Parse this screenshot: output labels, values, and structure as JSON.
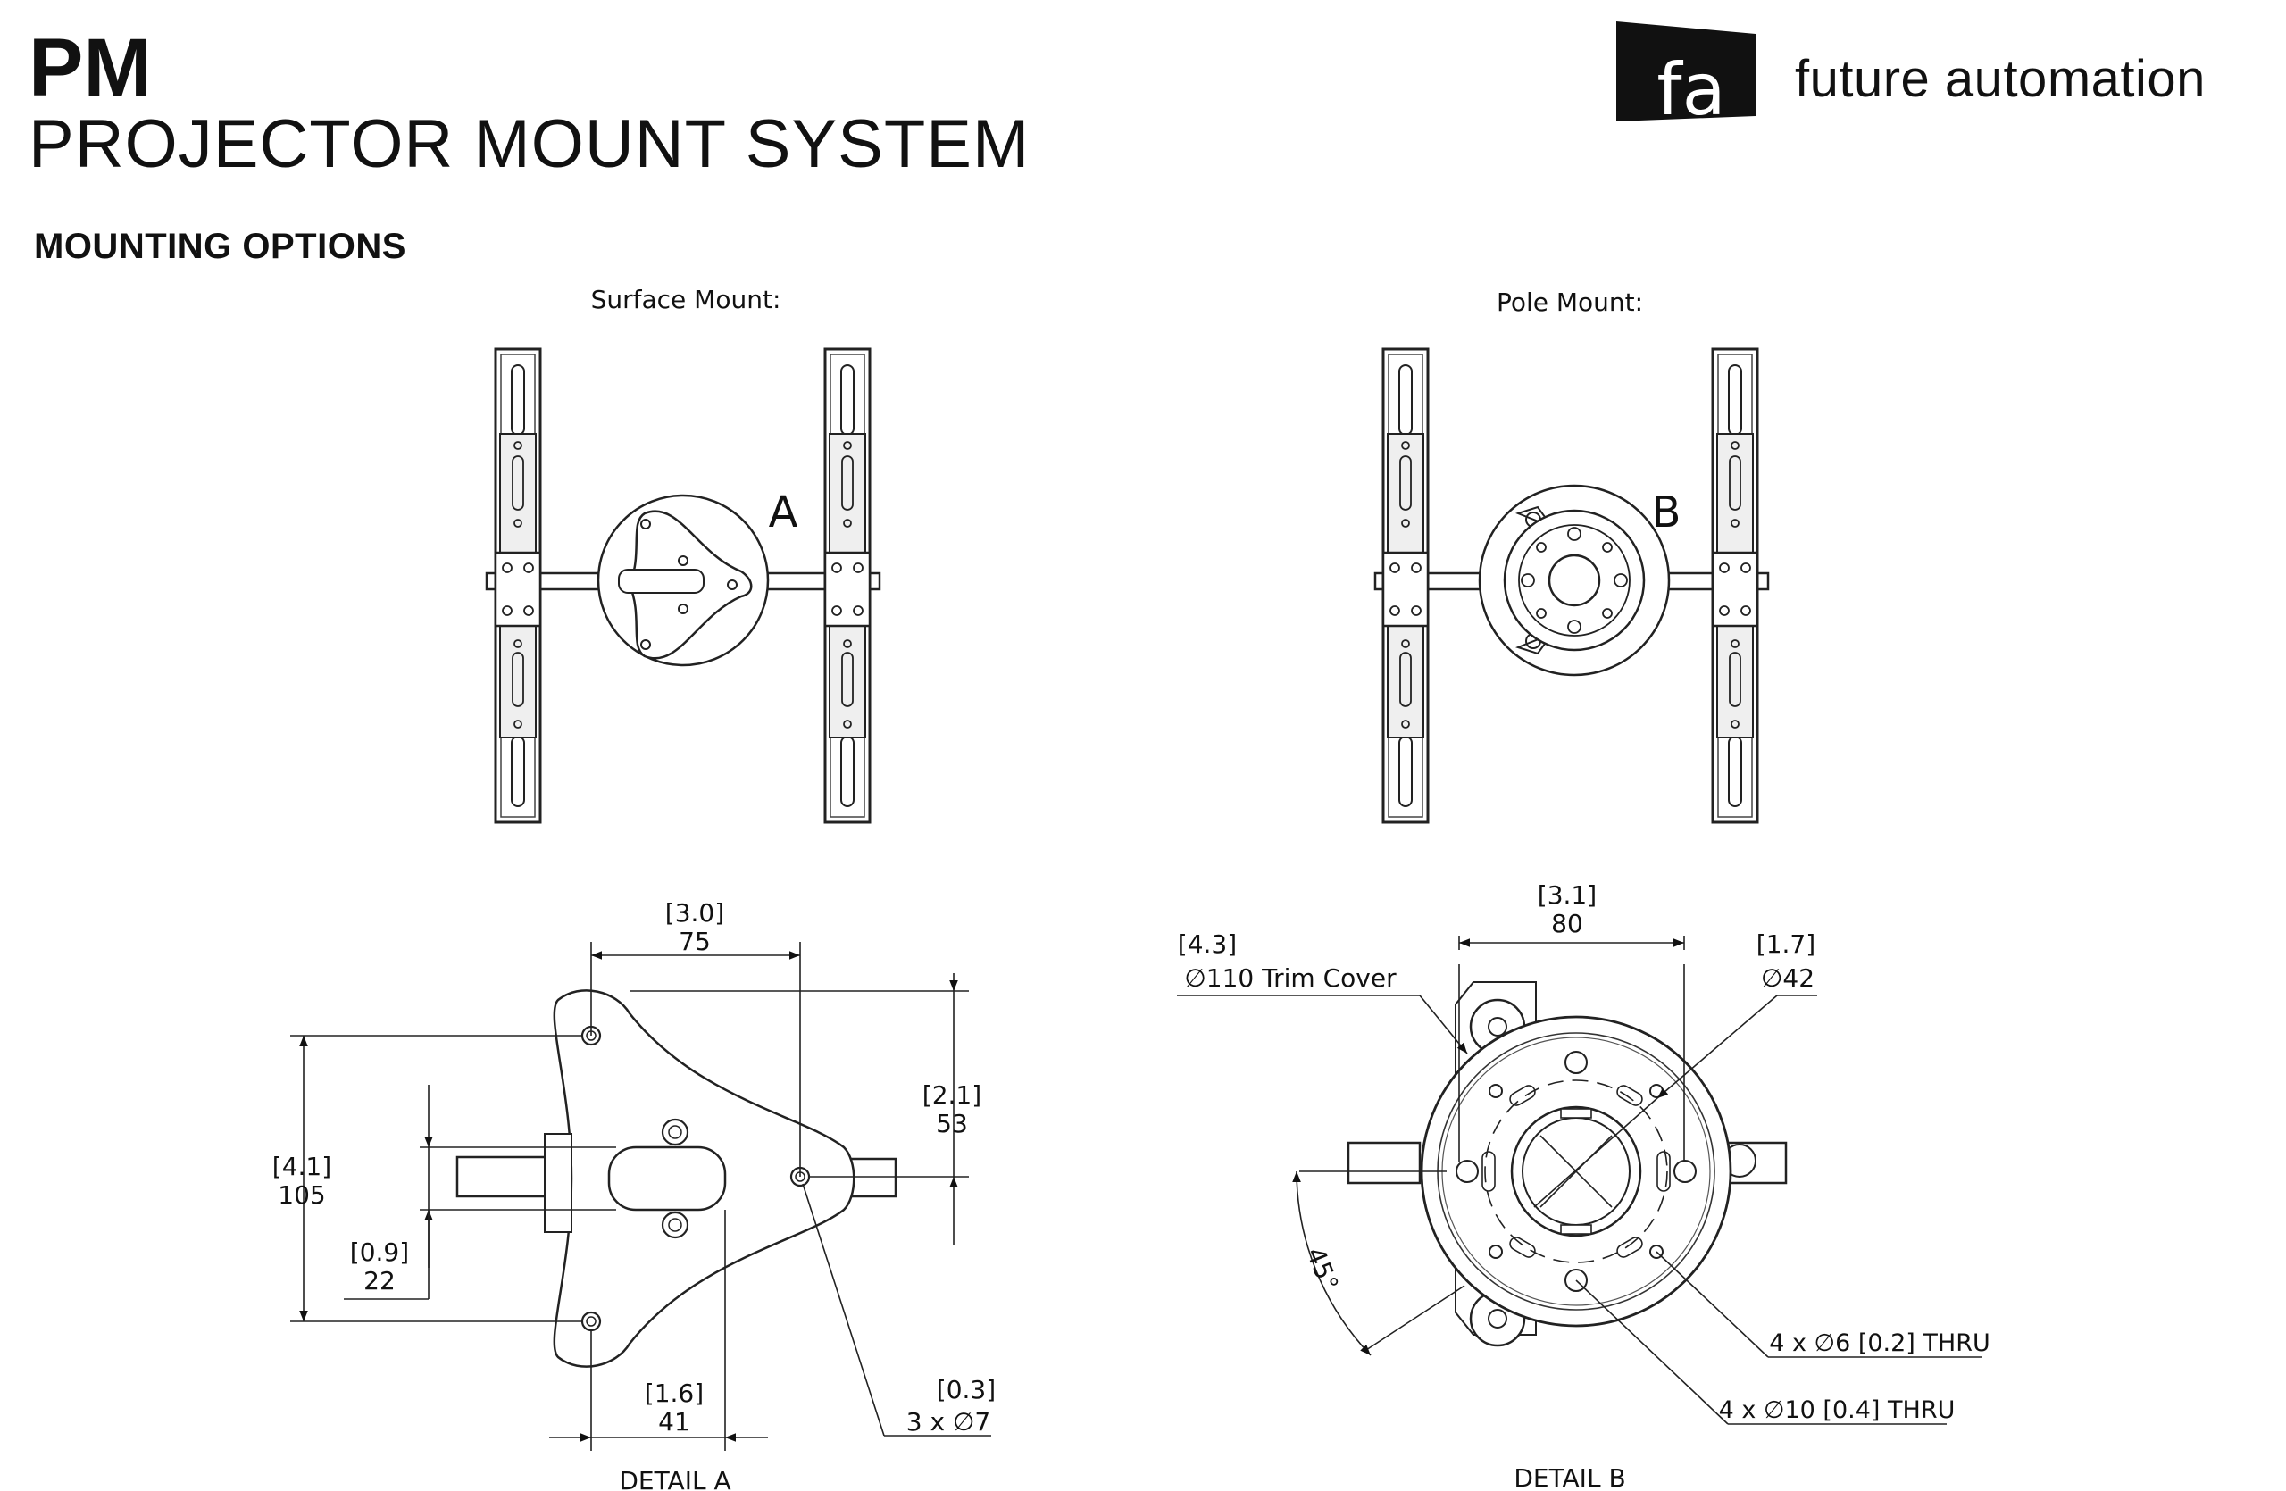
{
  "header": {
    "product_code": "PM",
    "product_name": "PROJECTOR MOUNT SYSTEM",
    "section_title": "MOUNTING OPTIONS",
    "brand_mark": "fa",
    "brand_name": "future automation"
  },
  "views": {
    "surface_caption": "Surface Mount:",
    "pole_caption": "Pole Mount:",
    "callout_a": "A",
    "callout_b": "B"
  },
  "detail_a": {
    "caption": "DETAIL A",
    "dim_top_in": "[3.0]",
    "dim_top_mm": "75",
    "dim_height_in": "[4.1]",
    "dim_height_mm": "105",
    "dim_right_in": "[2.1]",
    "dim_right_mm": "53",
    "dim_slot_in": "[0.9]",
    "dim_slot_mm": "22",
    "dim_bottom_in": "[1.6]",
    "dim_bottom_mm": "41",
    "hole_in": "[0.3]",
    "hole_note": "3 x  ∅7"
  },
  "detail_b": {
    "caption": "DETAIL B",
    "dim_top_in": "[3.1]",
    "dim_top_mm": "80",
    "trim_in": "[4.3]",
    "trim_note": "∅110 Trim Cover",
    "center_in": "[1.7]",
    "center_note": "∅42",
    "angle": "45°",
    "holes_small": "4 x ∅6 [0.2]  THRU",
    "holes_large": "4 x ∅10 [0.4]  THRU"
  }
}
